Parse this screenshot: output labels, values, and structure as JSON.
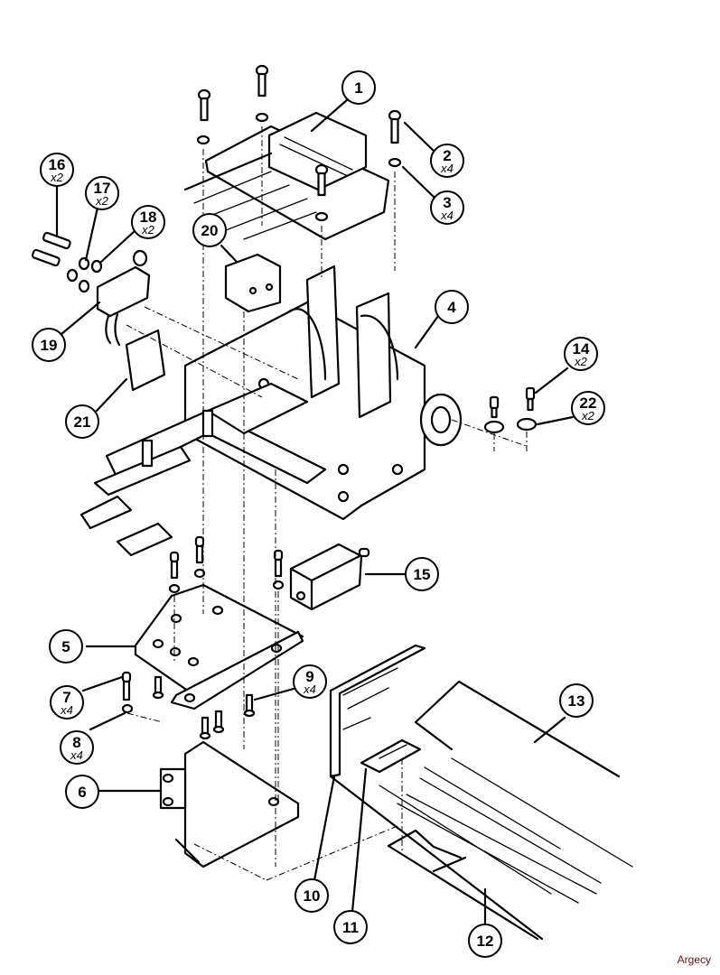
{
  "diagram": {
    "title": "Exploded parts view",
    "callouts": [
      {
        "id": "c1",
        "number": "1",
        "qty": ""
      },
      {
        "id": "c2",
        "number": "2",
        "qty": "x4"
      },
      {
        "id": "c3",
        "number": "3",
        "qty": "x4"
      },
      {
        "id": "c4",
        "number": "4",
        "qty": ""
      },
      {
        "id": "c5",
        "number": "5",
        "qty": ""
      },
      {
        "id": "c6",
        "number": "6",
        "qty": ""
      },
      {
        "id": "c7",
        "number": "7",
        "qty": "x4"
      },
      {
        "id": "c8",
        "number": "8",
        "qty": "x4"
      },
      {
        "id": "c9",
        "number": "9",
        "qty": "x4"
      },
      {
        "id": "c10",
        "number": "10",
        "qty": ""
      },
      {
        "id": "c11",
        "number": "11",
        "qty": ""
      },
      {
        "id": "c12",
        "number": "12",
        "qty": ""
      },
      {
        "id": "c13",
        "number": "13",
        "qty": ""
      },
      {
        "id": "c14",
        "number": "14",
        "qty": "x2"
      },
      {
        "id": "c15",
        "number": "15",
        "qty": ""
      },
      {
        "id": "c16",
        "number": "16",
        "qty": "x2"
      },
      {
        "id": "c17",
        "number": "17",
        "qty": "x2"
      },
      {
        "id": "c18",
        "number": "18",
        "qty": "x2"
      },
      {
        "id": "c19",
        "number": "19",
        "qty": ""
      },
      {
        "id": "c20",
        "number": "20",
        "qty": ""
      },
      {
        "id": "c21",
        "number": "21",
        "qty": ""
      },
      {
        "id": "c22",
        "number": "22",
        "qty": "x2"
      }
    ]
  },
  "watermark": "Argecy"
}
